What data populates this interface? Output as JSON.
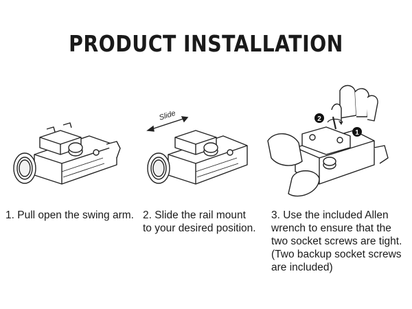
{
  "page": {
    "title": "PRODUCT INSTALLATION"
  },
  "steps": [
    {
      "caption_lines": [
        "1. Pull open the swing arm."
      ]
    },
    {
      "slide_label": "Slide",
      "caption_lines": [
        "2. Slide the rail mount",
        "to your desired position."
      ]
    },
    {
      "marker_1": "1",
      "marker_2": "2",
      "caption_lines": [
        "3. Use the included Allen",
        "wrench to ensure that the",
        "two socket screws are tight.",
        "(Two backup socket screws",
        "are included)"
      ]
    }
  ]
}
